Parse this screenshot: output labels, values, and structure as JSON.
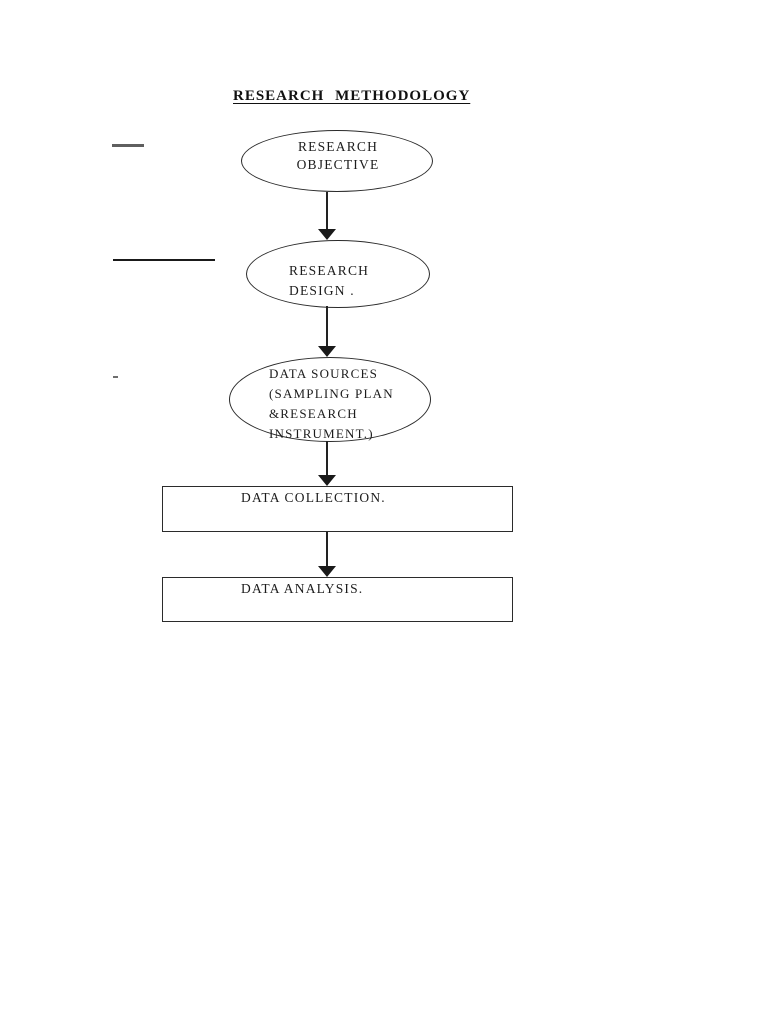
{
  "title": "RESEARCH METHODOLOGY",
  "nodes": {
    "objective": {
      "shape": "ellipse",
      "lines": [
        "RESEARCH",
        "OBJECTIVE"
      ]
    },
    "design": {
      "shape": "ellipse",
      "lines": [
        "RESEARCH",
        "DESIGN ."
      ]
    },
    "sources": {
      "shape": "ellipse",
      "lines": [
        "DATA SOURCES",
        "(SAMPLING PLAN",
        "&RESEARCH",
        "INSTRUMENT.)"
      ]
    },
    "collection": {
      "shape": "rect",
      "label": "DATA COLLECTION."
    },
    "analysis": {
      "shape": "rect",
      "label": "DATA ANALYSIS."
    }
  },
  "flow_order": [
    "objective",
    "design",
    "sources",
    "collection",
    "analysis"
  ],
  "connector_count": 4,
  "colors": {
    "page_background": "#ffffff",
    "ink": "#1c1c1c",
    "stroke": "#2b2b2b",
    "stray_gray": "#5f5f5f"
  }
}
